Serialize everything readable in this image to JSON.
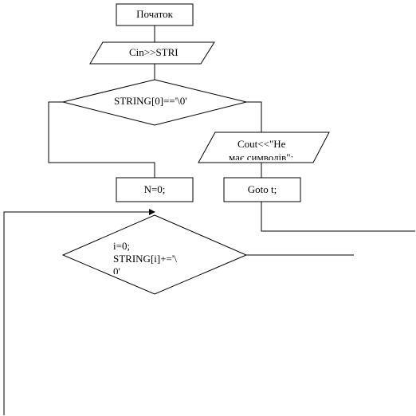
{
  "diagram": {
    "nodes": {
      "start": "Початок",
      "input": "Cin>>STRI",
      "cond1": "STRING[0]=='\\0'",
      "output_line1": "Cout<<\"Не",
      "output_line2": "має символів\";",
      "assign_n": "N=0;",
      "goto": "Goto t;",
      "cond2_line1": "i=0;",
      "cond2_line2": "STRING[i]+='\\",
      "cond2_line3": "0'"
    }
  }
}
